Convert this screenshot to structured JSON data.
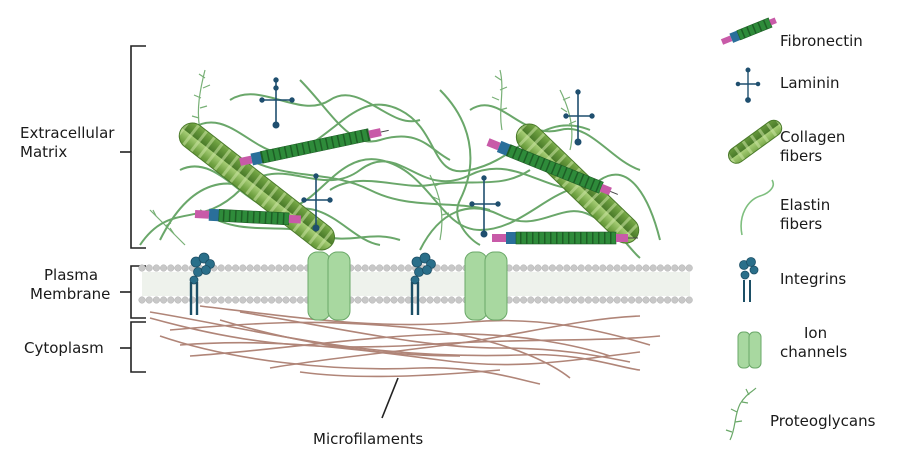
{
  "region_labels": {
    "ecm_line1": "Extracellular",
    "ecm_line2": "Matrix",
    "membrane_line1": "Plasma",
    "membrane_line2": "Membrane",
    "cytoplasm": "Cytoplasm",
    "microfilaments": "Microfilaments"
  },
  "legend": {
    "fibronectin": "Fibronectin",
    "laminin": "Laminin",
    "collagen_line1": "Collagen",
    "collagen_line2": "fibers",
    "elastin_line1": "Elastin",
    "elastin_line2": "fibers",
    "integrins": "Integrins",
    "ion_line1": "Ion",
    "ion_line2": "channels",
    "proteoglycans": "Proteoglycans"
  },
  "colors": {
    "collagen": "#7fae4e",
    "collagen_dark": "#4f7f2f",
    "fibronectin": "#2f8f3f",
    "fibronectin_pink": "#c85aa8",
    "fibronectin_blue": "#2a6f9a",
    "laminin": "#1f4f6f",
    "elastin": "#5a9e5a",
    "integrin": "#2a6f8a",
    "ion_channel": "#a8d8a0",
    "microfilament": "#a8786a",
    "membrane_head": "#c8c8c8"
  },
  "icons": [
    "fibronectin-icon",
    "laminin-icon",
    "collagen-icon",
    "elastin-icon",
    "integrin-icon",
    "ion-channel-icon",
    "proteoglycan-icon"
  ]
}
